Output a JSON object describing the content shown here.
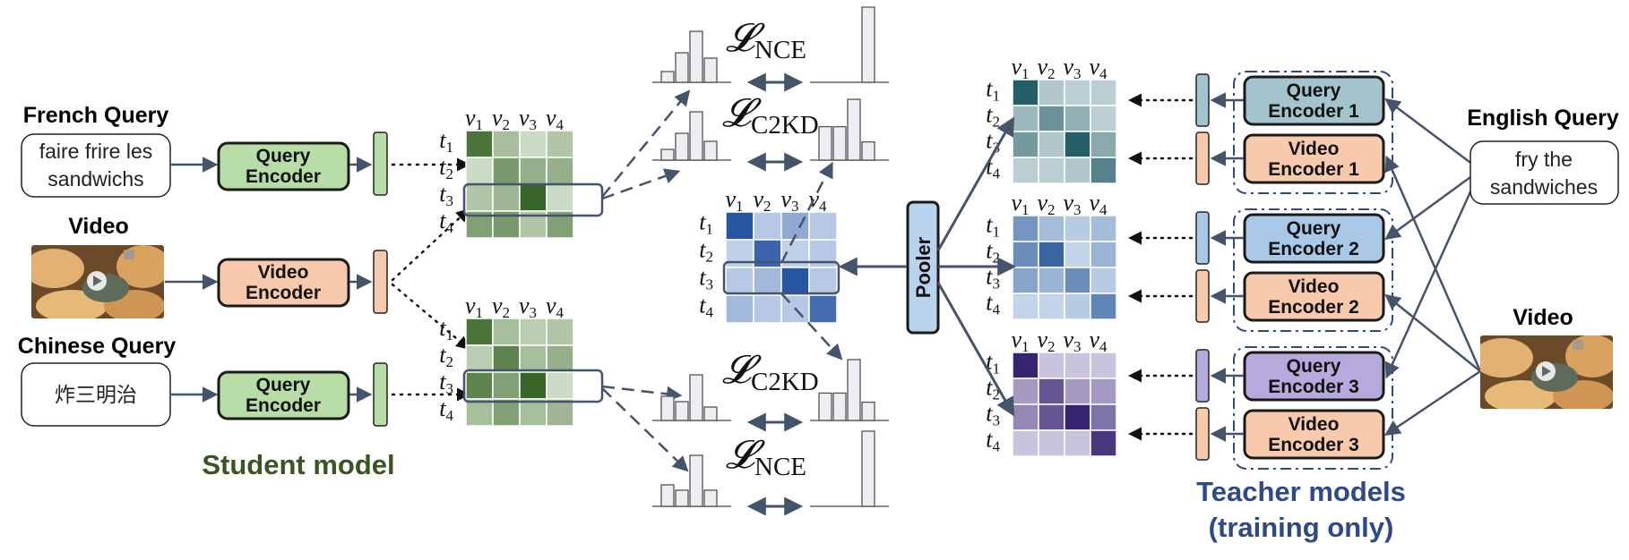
{
  "inputs": {
    "french_title": "French Query",
    "french_text_line1": "faire frire les",
    "french_text_line2": "sandwichs",
    "video_title": "Video",
    "chinese_title": "Chinese Query",
    "chinese_text": "炸三明治",
    "english_title": "English Query",
    "english_text_line1": "fry the",
    "english_text_line2": "sandwiches",
    "video_title_right": "Video"
  },
  "student": {
    "query_encoder_line1": "Query",
    "query_encoder_line2": "Encoder",
    "video_encoder_line1": "Video",
    "video_encoder_line2": "Encoder",
    "label": "Student model"
  },
  "teacher": {
    "label_line1": "Teacher models",
    "label_line2": "(training only)",
    "encoders": [
      {
        "query_line1": "Query",
        "query_line2": "Encoder 1",
        "video_line1": "Video",
        "video_line2": "Encoder 1"
      },
      {
        "query_line1": "Query",
        "query_line2": "Encoder 2",
        "video_line1": "Video",
        "video_line2": "Encoder 2"
      },
      {
        "query_line1": "Query",
        "query_line2": "Encoder 3",
        "video_line1": "Video",
        "video_line2": "Encoder 3"
      }
    ]
  },
  "pooler": "Pooler",
  "losses": {
    "nce_symbol": "𝓛",
    "nce_sub": "NCE",
    "c2kd_symbol": "𝓛",
    "c2kd_sub": "C2KD"
  },
  "matrix_labels": {
    "cols": [
      "v",
      "v",
      "v",
      "v"
    ],
    "col_subs": [
      "1",
      "2",
      "3",
      "4"
    ],
    "rows": [
      "t",
      "t",
      "t",
      "t"
    ],
    "row_subs": [
      "1",
      "2",
      "3",
      "4"
    ]
  },
  "matrices": {
    "student_top": [
      [
        0.85,
        0.35,
        0.15,
        0.3
      ],
      [
        0.15,
        0.6,
        0.45,
        0.45
      ],
      [
        0.3,
        0.4,
        0.95,
        0.15
      ],
      [
        0.55,
        0.6,
        0.3,
        0.55
      ]
    ],
    "student_bottom": [
      [
        0.85,
        0.35,
        0.25,
        0.3
      ],
      [
        0.25,
        0.75,
        0.35,
        0.45
      ],
      [
        0.75,
        0.55,
        0.95,
        0.15
      ],
      [
        0.35,
        0.55,
        0.35,
        0.4
      ]
    ],
    "pooled": [
      [
        0.95,
        0.2,
        0.4,
        0.2
      ],
      [
        0.15,
        0.85,
        0.15,
        0.2
      ],
      [
        0.2,
        0.3,
        0.95,
        0.2
      ],
      [
        0.3,
        0.2,
        0.2,
        0.8
      ]
    ],
    "teacher1": [
      [
        0.95,
        0.25,
        0.2,
        0.2
      ],
      [
        0.35,
        0.6,
        0.4,
        0.2
      ],
      [
        0.55,
        0.25,
        0.95,
        0.45
      ],
      [
        0.2,
        0.2,
        0.25,
        0.7
      ]
    ],
    "teacher2": [
      [
        0.55,
        0.3,
        0.2,
        0.3
      ],
      [
        0.6,
        0.85,
        0.15,
        0.35
      ],
      [
        0.45,
        0.35,
        0.6,
        0.2
      ],
      [
        0.15,
        0.15,
        0.2,
        0.65
      ]
    ],
    "teacher3": [
      [
        0.95,
        0.15,
        0.15,
        0.15
      ],
      [
        0.35,
        0.7,
        0.35,
        0.35
      ],
      [
        0.45,
        0.7,
        0.95,
        0.55
      ],
      [
        0.15,
        0.15,
        0.15,
        0.85
      ]
    ]
  },
  "histograms": {
    "nce_top_left": [
      0.2,
      0.55,
      0.95,
      0.45
    ],
    "nce_top_right": [
      0.0,
      0.0,
      0.0,
      1.0
    ],
    "c2kd_top_left": [
      0.2,
      0.5,
      0.9,
      0.35
    ],
    "c2kd_top_right": [
      0.55,
      0.55,
      1.0,
      0.3
    ],
    "c2kd_bottom_left": [
      0.45,
      0.35,
      0.85,
      0.25
    ],
    "c2kd_bottom_right": [
      0.45,
      0.45,
      1.0,
      0.3
    ],
    "nce_bottom_left": [
      0.4,
      0.3,
      0.95,
      0.3
    ],
    "nce_bottom_right": [
      0.0,
      0.0,
      0.0,
      1.0
    ]
  },
  "colors": {
    "green_dark": "#2f5e1e",
    "student_label": "#375623",
    "teacher_label": "#2e4a86",
    "query_fill": "#b8dca6",
    "video_fill": "#f7c9ad",
    "teacher1_fill": "#a3c4cc",
    "teacher2_fill": "#a9c8e8",
    "teacher3_fill": "#b6a9dc",
    "pooler_fill": "#b9d3ee",
    "arrow": "#44546a"
  }
}
